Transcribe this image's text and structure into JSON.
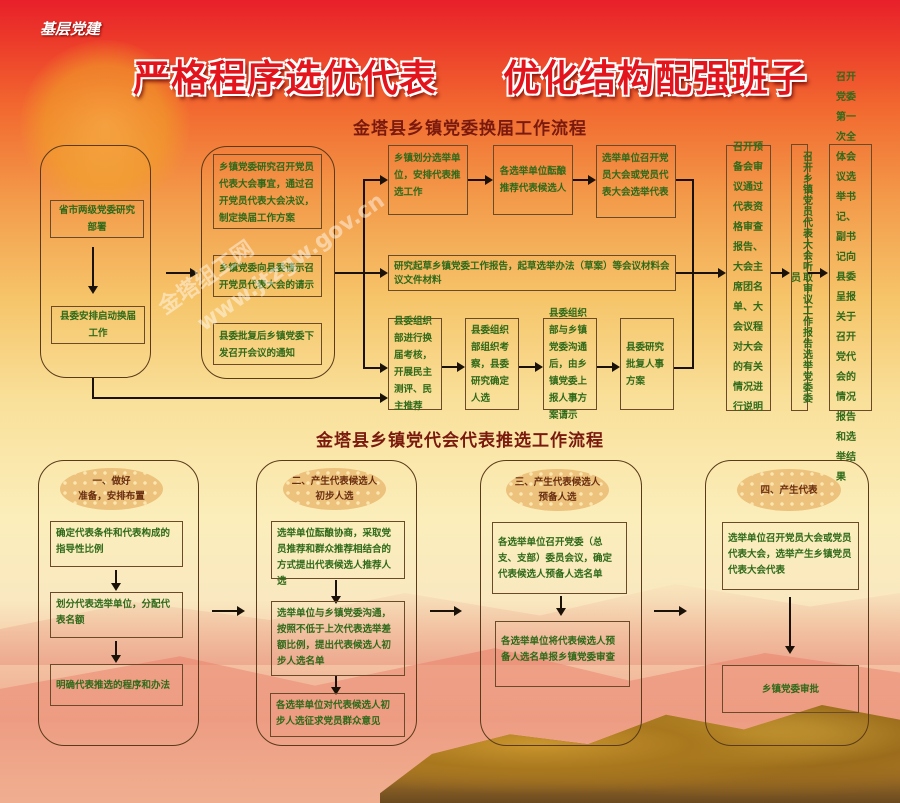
{
  "header": {
    "tag": "基层党建",
    "slogan_left": "严格程序选优代表",
    "slogan_right": "优化结构配强班子"
  },
  "flow1": {
    "title": "金塔县乡镇党委换届工作流程",
    "a1": "省市两级党委研究部署",
    "a2": "县委安排启动换届工作",
    "b1": "乡镇党委研究召开党员代表大会事宜，通过召开党员代表大会决议，制定换届工作方案",
    "b2": "乡镇党委向县委请示召开党员代表大会的请示",
    "b3": "县委批复后乡镇党委下发召开会议的通知",
    "r1": [
      "乡镇划分选举单位，安排代表推选工作",
      "各选举单位酝酿推荐代表候选人",
      "选举单位召开党员大会或党员代表大会选举代表"
    ],
    "r2": "研究起草乡镇党委工作报告，起草选举办法（草案）等会议材料会议文件材料",
    "r3": [
      "县委组织部进行换届考核，开展民主测评、民主推荐",
      "县委组织部组织考察，县委研究确定人选",
      "县委组织部与乡镇党委沟通后，由乡镇党委上报人事方案请示",
      "县委研究批复人事方案"
    ],
    "f1": "召开预备会审议通过代表资格审查报告、大会主席团名单、大会议程对大会的有关情况进行说明",
    "f2": "召开乡镇党员代表大会听取审议工作报告选举党委委员",
    "f3": "召开党委第一次全体会议选举书记、副书记向县委呈报关于召开党代会的情况报告和选举结果"
  },
  "flow2": {
    "title": "金塔县乡镇党代会代表推选工作流程",
    "stages": [
      {
        "head1": "一、做好",
        "head2": "准备，安排布置",
        "steps": [
          "确定代表条件和代表构成的指导性比例",
          "划分代表选举单位，分配代表名额",
          "明确代表推选的程序和办法"
        ]
      },
      {
        "head1": "二、产生代表候选人",
        "head2": "初步人选",
        "steps": [
          "选举单位酝酿协商，采取党员推荐和群众推荐相结合的方式提出代表候选人推荐人选",
          "选举单位与乡镇党委沟通，按照不低于上次代表选举差额比例，提出代表候选人初步人选名单",
          "各选举单位对代表候选人初步人选征求党员群众意见"
        ]
      },
      {
        "head1": "三、产生代表候选人",
        "head2": "预备人选",
        "steps": [
          "各选举单位召开党委（总支、支部）委员会议，确定代表候选人预备人选名单",
          "各选举单位将代表候选人预备人选名单报乡镇党委审查"
        ]
      },
      {
        "head1": "四、产生代表",
        "head2": "",
        "steps": [
          "选举单位召开党员大会或党员代表大会，选举产生乡镇党员代表大会代表",
          "乡镇党委审批"
        ]
      }
    ]
  },
  "watermark": {
    "text1": "金塔组工网",
    "text2": "www.jtzgw.gov.cn"
  }
}
